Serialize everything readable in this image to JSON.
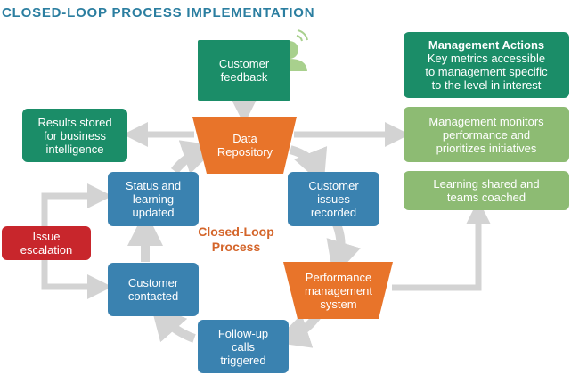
{
  "title": "CLOSED-LOOP PROCESS IMPLEMENTATION",
  "center_label": "Closed-Loop\nProcess",
  "nodes": {
    "customer_feedback": "Customer\nfeedback",
    "data_repository": "Data\nRepository",
    "results_stored": "Results stored\nfor business\nintelligence",
    "customer_issues": "Customer\nissues\nrecorded",
    "performance_mgmt": "Performance\nmanagement\nsystem",
    "follow_up": "Follow-up\ncalls\ntriggered",
    "customer_contacted": "Customer\ncontacted",
    "status_learning": "Status and\nlearning\nupdated",
    "issue_escalation": "Issue\nescalation",
    "management_actions_title": "Management Actions",
    "management_actions_body": "Key metrics accessible\nto management specific\nto the level in interest",
    "management_monitors": "Management monitors\nperformance and\nprioritizes initiatives",
    "learning_shared": "Learning shared and\nteams coached"
  },
  "colors": {
    "title": "#2b7ea0",
    "blue_box": "#3a82b0",
    "teal_box": "#1b8d68",
    "light_green_box": "#8dbb73",
    "red_box": "#c8262c",
    "orange_trapezoid": "#e8742a",
    "arrow_gray": "#d3d3d3",
    "center_label": "#d4652a"
  },
  "icons": [
    "person-with-signal-icon"
  ]
}
